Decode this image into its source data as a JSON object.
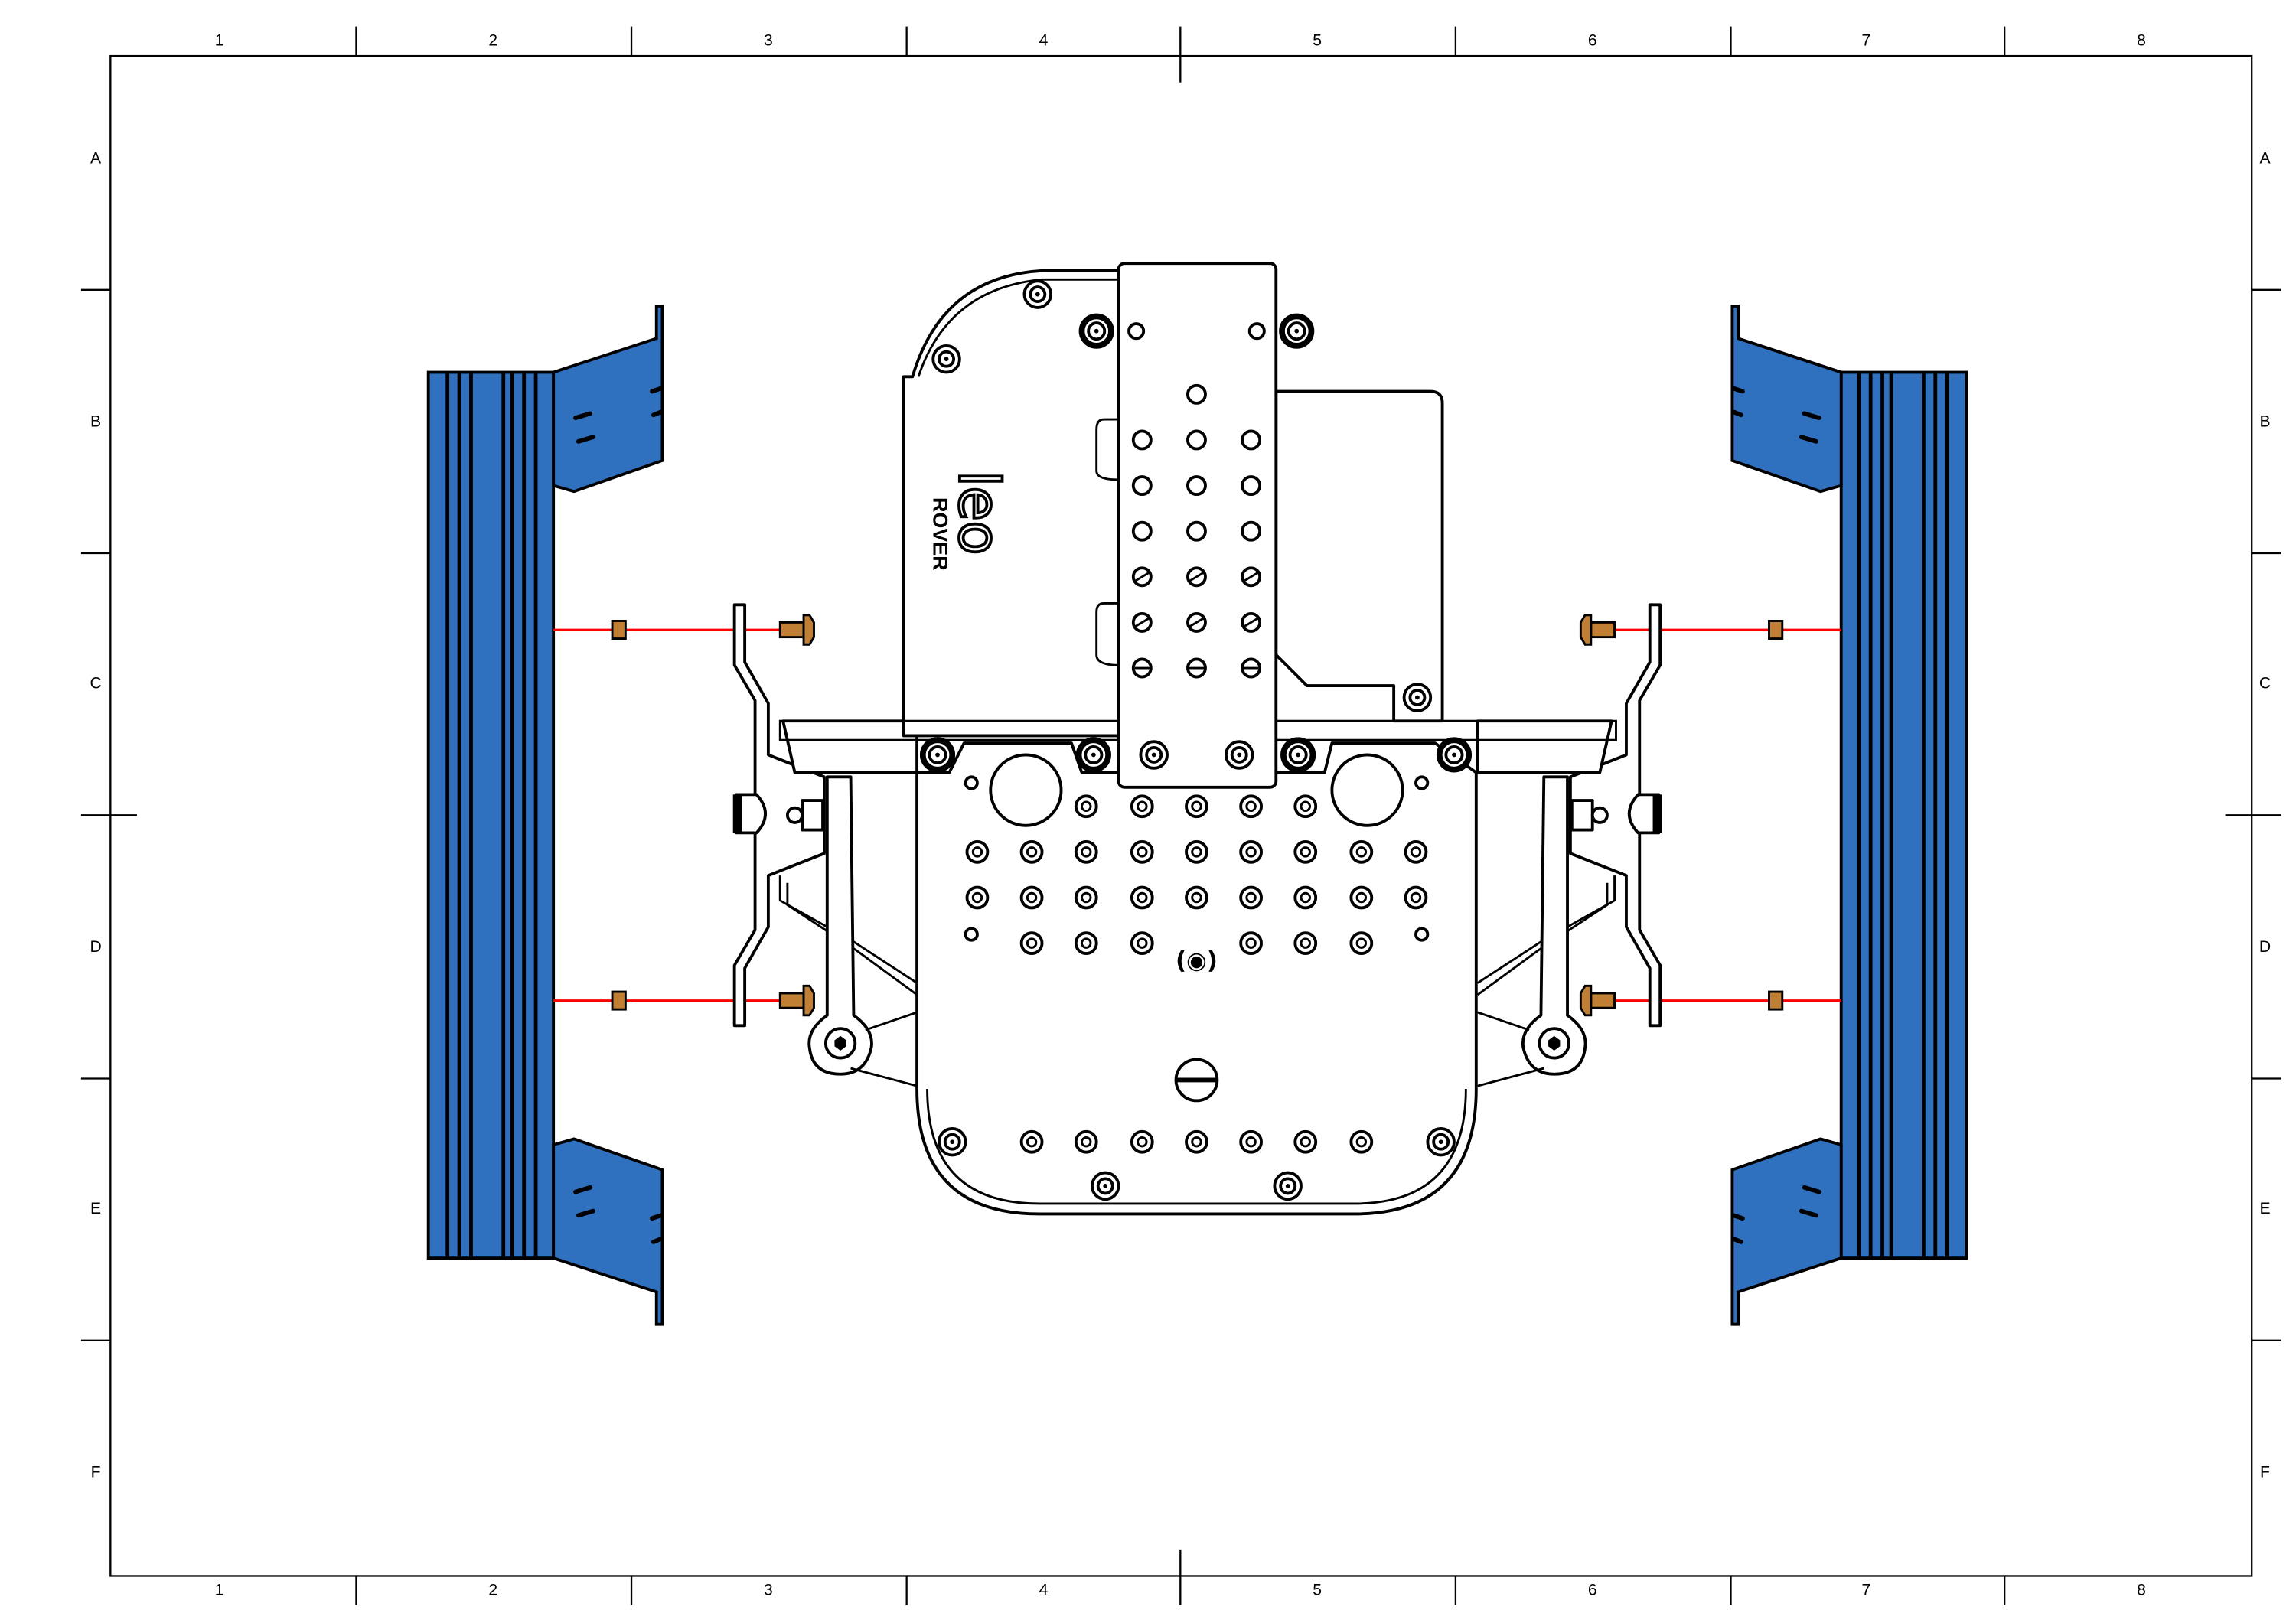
{
  "sheet": {
    "column_labels": [
      "1",
      "2",
      "3",
      "4",
      "5",
      "6",
      "7",
      "8"
    ],
    "row_labels": [
      "A",
      "B",
      "C",
      "D",
      "E",
      "F"
    ]
  },
  "drawing": {
    "logo_word": "leo",
    "logo_subtitle": "ROVER",
    "colors": {
      "track_fill": "#2f70bf",
      "fastener_fill": "#c17f35",
      "assembly_line": "#ff0000",
      "outline": "#000000"
    }
  }
}
